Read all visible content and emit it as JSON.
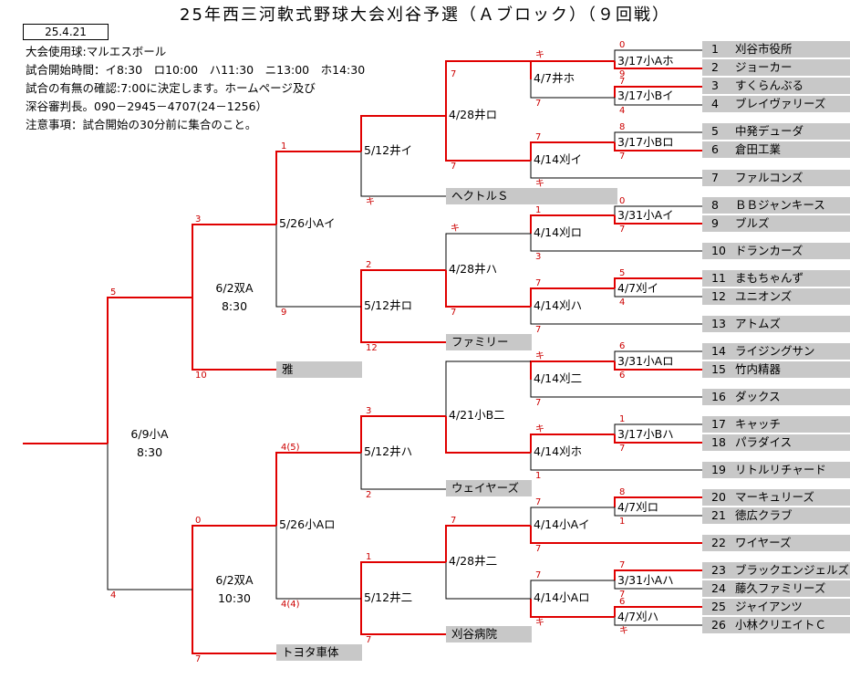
{
  "title": "25年西三河軟式野球大会刈谷予選（Ａブロック）（９回戦）",
  "date": "25.4.21",
  "info": [
    "大会使用球:マルエスボール",
    "試合開始時間：イ8:30　ロ10:00　ハ11:30　ニ13:00　ホ14:30",
    "試合の有無の確認:7:00に決定します。ホームページ及び",
    "深谷審判長。090－2945－4707(24－1256）",
    "注意事項：試合開始の30分前に集合のこと。"
  ],
  "teams": [
    {
      "num": "1",
      "name": "刈谷市役所"
    },
    {
      "num": "2",
      "name": "ジョーカー"
    },
    {
      "num": "3",
      "name": "すくらんぶる"
    },
    {
      "num": "4",
      "name": "ブレイヴァリーズ"
    },
    {
      "num": "5",
      "name": "中発デューダ"
    },
    {
      "num": "6",
      "name": "倉田工業"
    },
    {
      "num": "7",
      "name": "ファルコンズ"
    },
    {
      "num": "8",
      "name": "ＢＢジャンキース"
    },
    {
      "num": "9",
      "name": "ブルズ"
    },
    {
      "num": "10",
      "name": "ドランカーズ"
    },
    {
      "num": "11",
      "name": "まもちゃんず"
    },
    {
      "num": "12",
      "name": "ユニオンズ"
    },
    {
      "num": "13",
      "name": "アトムズ"
    },
    {
      "num": "14",
      "name": "ライジングサン"
    },
    {
      "num": "15",
      "name": "竹内精器"
    },
    {
      "num": "16",
      "name": "ダックス"
    },
    {
      "num": "17",
      "name": "キャッチ"
    },
    {
      "num": "18",
      "name": "パラダイス"
    },
    {
      "num": "19",
      "name": "リトルリチャード"
    },
    {
      "num": "20",
      "name": "マーキュリーズ"
    },
    {
      "num": "21",
      "name": "徳広クラブ"
    },
    {
      "num": "22",
      "name": "ワイヤーズ"
    },
    {
      "num": "23",
      "name": "ブラックエンジェルズ"
    },
    {
      "num": "24",
      "name": "藤久ファミリーズ"
    },
    {
      "num": "25",
      "name": "ジャイアンツ"
    },
    {
      "num": "26",
      "name": "小林クリエイトＣ"
    }
  ],
  "seeded": [
    {
      "name": "ヘクトルＳ"
    },
    {
      "name": "ファミリー"
    },
    {
      "name": "雅"
    },
    {
      "name": "ウェイヤーズ"
    },
    {
      "name": "刈谷病院"
    },
    {
      "name": "トヨタ車体"
    }
  ],
  "games_r1": [
    "3/17小Aホ",
    "3/17小Bイ",
    "3/17小Bロ",
    "3/31小Aイ",
    "4/7刈イ",
    "3/31小Aロ",
    "3/17小Bハ",
    "4/7刈ロ",
    "3/31小Aハ",
    "4/7刈ハ"
  ],
  "games_r2": [
    "4/7井ホ",
    "4/14刈イ",
    "4/14刈ロ",
    "4/14刈ハ",
    "4/14刈二",
    "4/14刈ホ",
    "4/14小Aイ",
    "4/14小Aロ"
  ],
  "games_r3": [
    "4/28井ロ",
    "4/28井ハ",
    "4/21小B二",
    "4/28井二"
  ],
  "games_r4": [
    "5/12井イ",
    "5/12井ロ",
    "5/12井ハ",
    "5/12井二"
  ],
  "games_r5": [
    "5/26小Aイ",
    "5/26小Aロ"
  ],
  "semis": [
    {
      "date": "6/2双A",
      "time": "8:30"
    },
    {
      "date": "6/2双A",
      "time": "10:30"
    }
  ],
  "final": {
    "date": "6/9小A",
    "time": "8:30"
  },
  "scores": [
    "0",
    "9",
    "7",
    "4",
    "8",
    "7",
    "0",
    "7",
    "5",
    "4",
    "6",
    "6",
    "1",
    "7",
    "8",
    "1",
    "7",
    "7",
    "6",
    "キ",
    "キ",
    "7",
    "7",
    "キ",
    "1",
    "3",
    "7",
    "7",
    "キ",
    "7",
    "キ",
    "1",
    "7",
    "7",
    "7",
    "キ",
    "7",
    "7",
    "キ",
    "2",
    "12",
    "3",
    "7",
    "1",
    "7",
    "1",
    "キ",
    "9",
    "4(5)",
    "2",
    "4(4)",
    "7",
    "3",
    "10",
    "0",
    "7",
    "5",
    "4"
  ]
}
